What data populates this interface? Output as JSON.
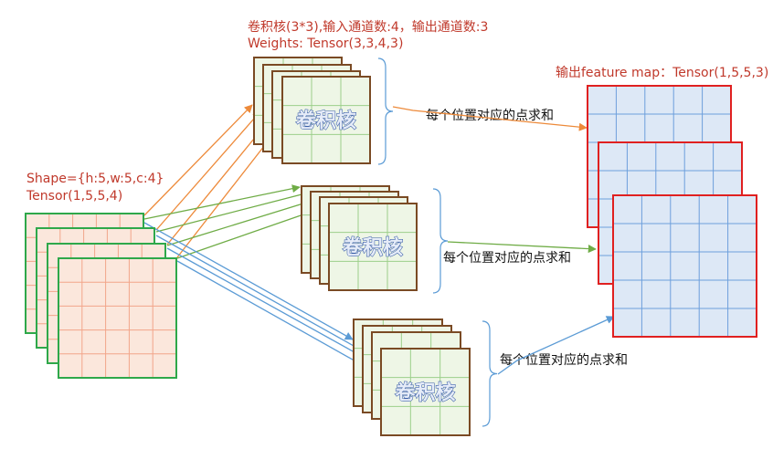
{
  "kernel": {
    "title_line1": "卷积核(3*3),输入通道数:4，输出通道数:3",
    "title_line2": "Weights: Tensor(3,3,4,3)",
    "label": "卷积核",
    "grid_size": 3,
    "channels": 4,
    "count": 3,
    "border_color": "#7a4a24",
    "fill_color": "#eef6e6",
    "line_color": "#9ccf8a"
  },
  "input": {
    "shape_label": "Shape={h:5,w:5,c:4}",
    "tensor_label": "Tensor(1,5,5,4)",
    "grid_size": 5,
    "channels": 4,
    "border_color": "#2ea84a",
    "fill_color": "#fbe7dc",
    "line_color": "#f2a58a"
  },
  "output": {
    "label": "输出feature map：Tensor(1,5,5,3)",
    "grid_size": 5,
    "channels": 3,
    "border_color": "#e02020",
    "fill_color": "#dde8f6",
    "line_color": "#6d9fdc"
  },
  "sum_label": "每个位置对应的点求和",
  "arrow_colors": [
    "#ed8a3a",
    "#6fac46",
    "#5b9bd5"
  ],
  "bracket_color": "#5b9bd5"
}
